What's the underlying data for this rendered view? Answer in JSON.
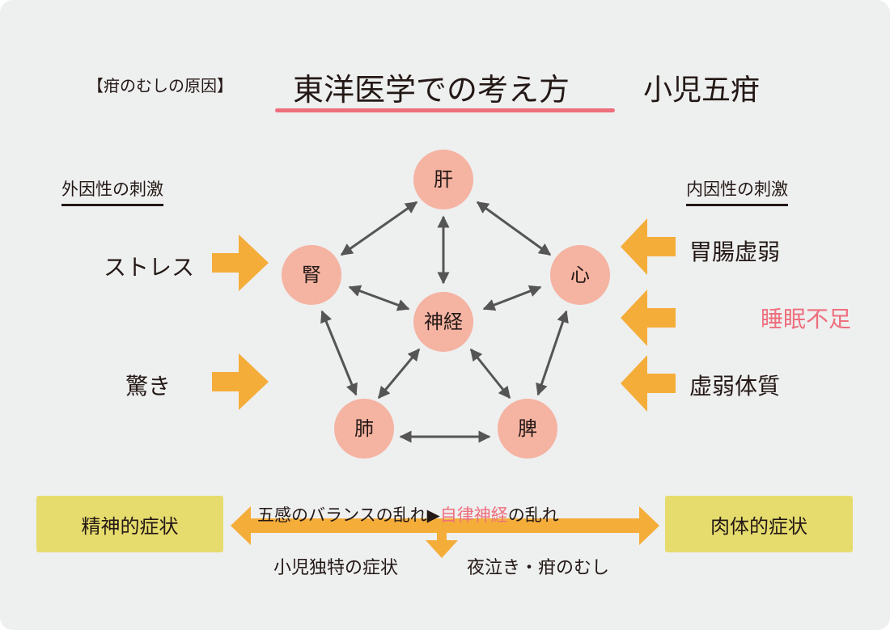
{
  "title": {
    "prefix": "【疳のむしの原因】",
    "main": "東洋医学での考え方",
    "sub": "小児五疳"
  },
  "colors": {
    "accent_pink": "#ee6f7d",
    "orange": "#f5ad3a",
    "node": "#f5b3a2",
    "box": "#e6dc6d"
  },
  "external": {
    "heading": "外因性の刺激",
    "items": [
      "ストレス",
      "驚き"
    ]
  },
  "internal": {
    "heading": "内因性の刺激",
    "items": [
      "胃腸虚弱",
      "睡眠不足",
      "虚弱体質"
    ]
  },
  "nodes": {
    "liver": "肝",
    "kidney": "腎",
    "heart": "心",
    "nerve": "神経",
    "lung": "肺",
    "spleen": "脾"
  },
  "bottom": {
    "left_box": "精神的症状",
    "right_box": "肉体的症状",
    "flow_part1": "五感のバランスの乱れ▶",
    "flow_highlight": "自律神経",
    "flow_part2": "の乱れ",
    "result_left": "小児独特の症状",
    "result_right": "夜泣き・疳のむし"
  }
}
